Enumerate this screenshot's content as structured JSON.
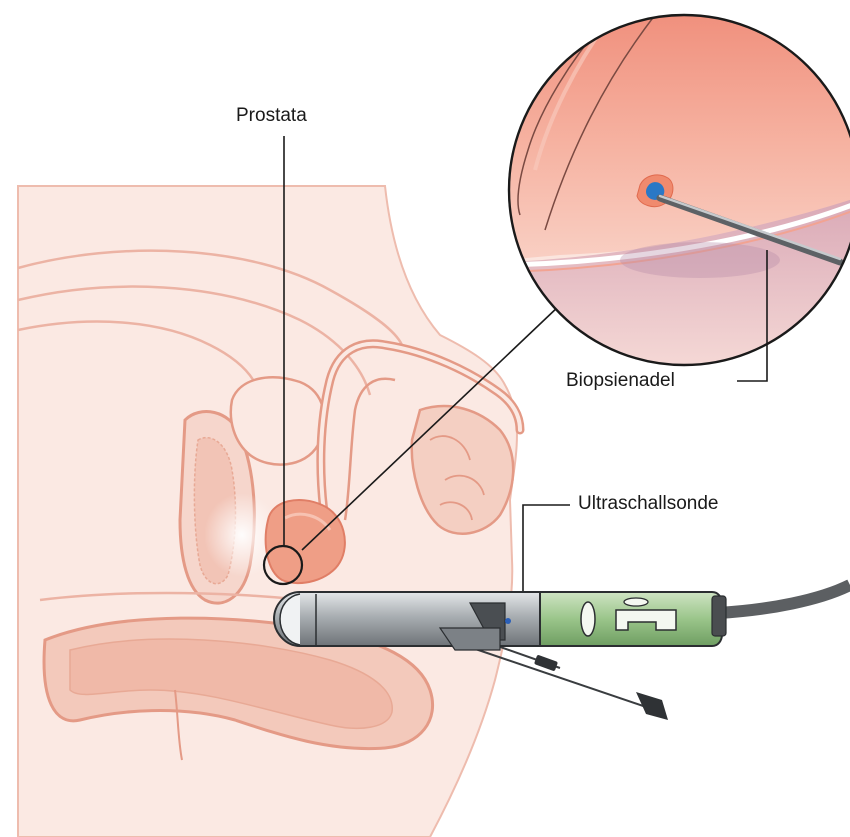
{
  "labels": {
    "prostate": "Prostata",
    "needle": "Biopsienadel",
    "probe": "Ultraschallsonde"
  },
  "colors": {
    "tissue_fill": "#fbe9e3",
    "tissue_line": "#ecb6a6",
    "organ_line": "#e49a86",
    "prostate": "#ef9e86",
    "zoom_pink": "#f3a896",
    "probe_grey": "#a8aeb3",
    "probe_green": "#9ec58e",
    "lesion_blue": "#2a78c6",
    "cable": "#5c5f62"
  }
}
